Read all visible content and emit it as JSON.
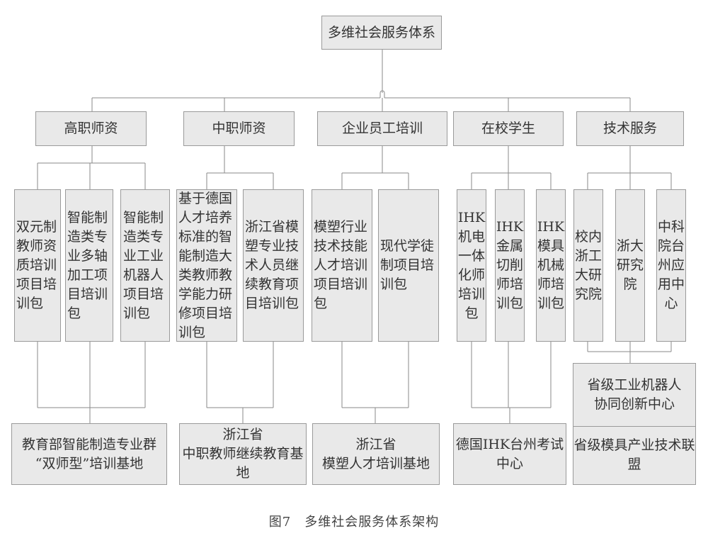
{
  "root": {
    "label": "多维社会服务体系"
  },
  "categories": [
    {
      "label": "高职师资"
    },
    {
      "label": "中职师资"
    },
    {
      "label": "企业员工培训"
    },
    {
      "label": "在校学生"
    },
    {
      "label": "技术服务"
    }
  ],
  "leaves": [
    {
      "label": "双元制教师资质培训项目培训包"
    },
    {
      "label": "智能制造类专业多轴加工项目培训包"
    },
    {
      "label": "智能制造类专业工业机器人项目培训包"
    },
    {
      "label": "基于德国人才培养标准的智能制造大类教师教学能力研修项目培训包"
    },
    {
      "label": "浙江省模塑专业技术人员继续教育项目培训包"
    },
    {
      "label": "模塑行业技术技能人才培训项目培训包"
    },
    {
      "label": "现代学徒制项目培训包"
    },
    {
      "label": "IHK\n机电\n一体\n化师\n培训\n包"
    },
    {
      "label": "IHK\n金属\n切削\n师培\n训包"
    },
    {
      "label": "IHK\n模具\n机械\n师培\n训包"
    },
    {
      "label": "校内\n浙工\n大研\n究院"
    },
    {
      "label": "浙大\n研究\n院"
    },
    {
      "label": "中科\n院台\n州应\n用中\n心"
    }
  ],
  "bases": [
    {
      "label": "教育部智能制造专业群\n“双师型”培训基地"
    },
    {
      "label": "浙江省\n中职教师继续教育基地"
    },
    {
      "label": "浙江省\n模塑人才培训基地"
    },
    {
      "label": "德国IHK台州考试中心"
    }
  ],
  "merged_base": {
    "top_label": "省级工业机器人\n协同创新中心",
    "bottom_label": "省级模具产业技术联盟"
  },
  "caption": "图7　多维社会服务体系架构"
}
